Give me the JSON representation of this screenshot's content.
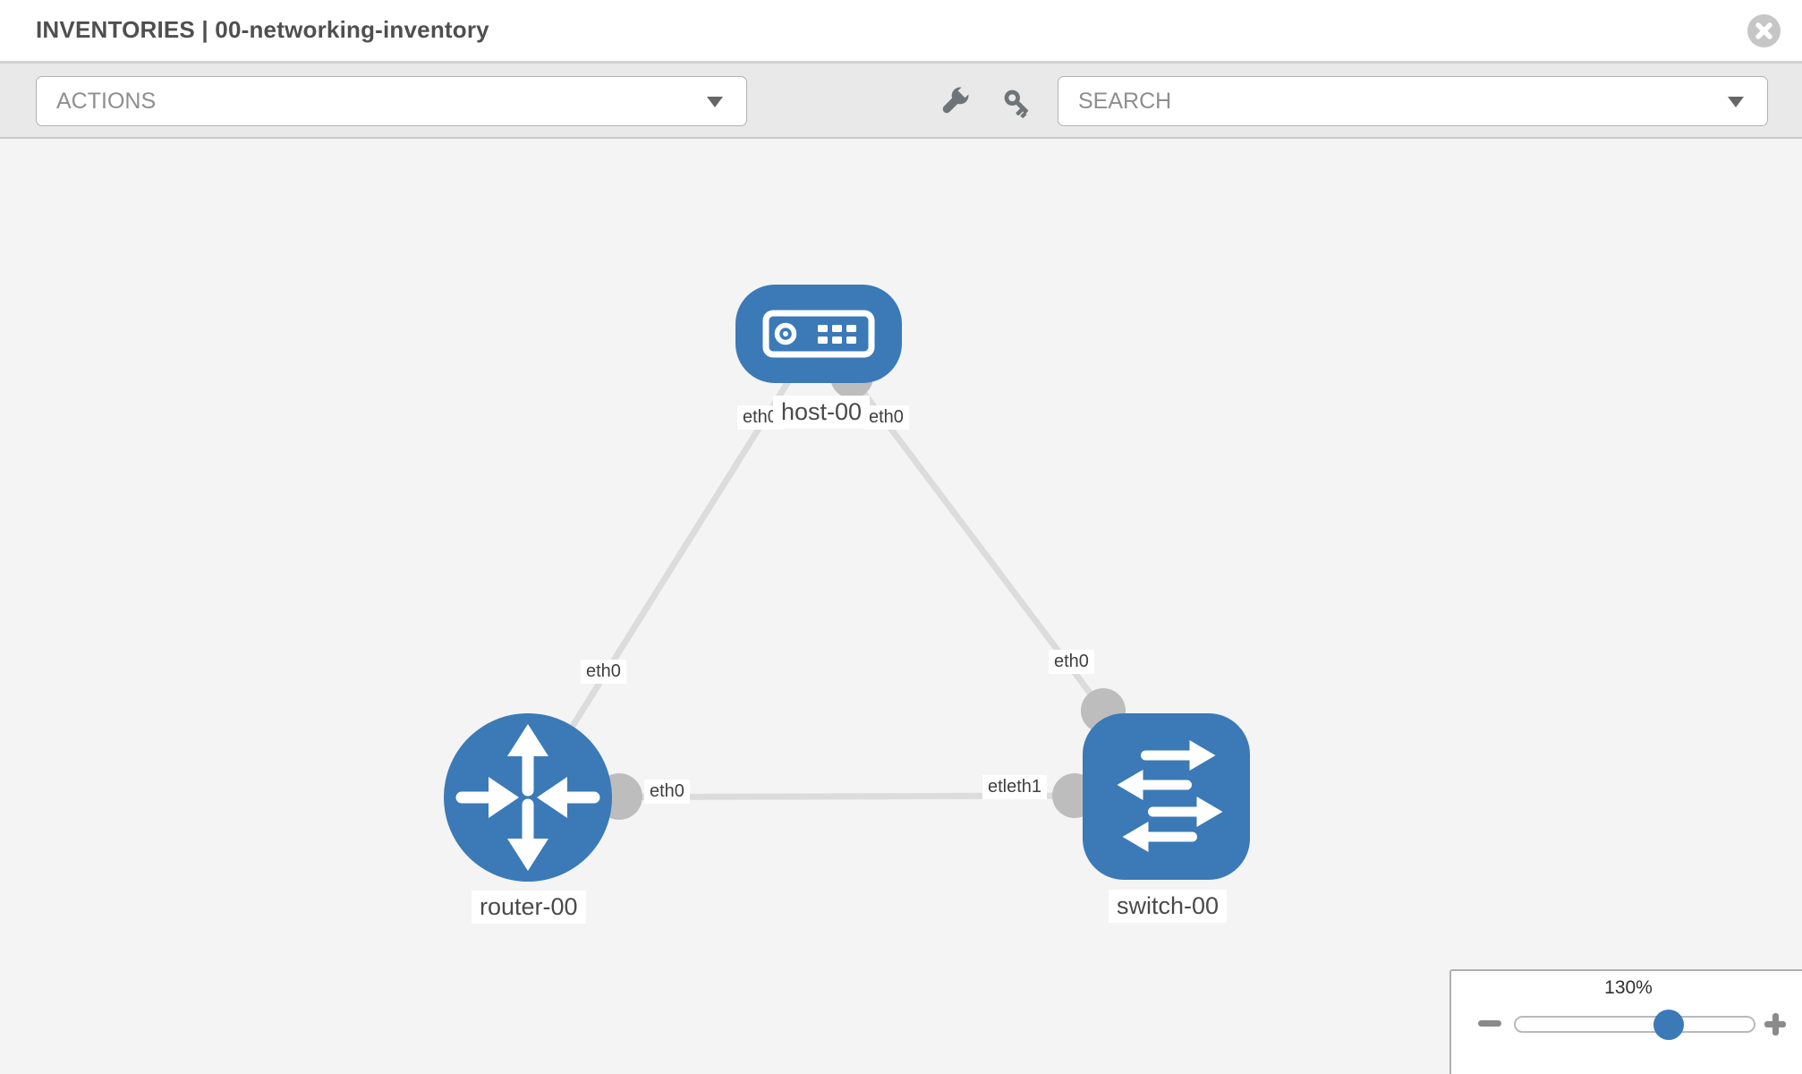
{
  "header": {
    "title": "INVENTORIES | 00-networking-inventory"
  },
  "toolbar": {
    "actions_label": "ACTIONS",
    "search_label": "SEARCH"
  },
  "icons": {
    "close": "circle-x",
    "tools": "wrench",
    "credentials": "key",
    "actions_caret": "triangle-down",
    "search_caret": "triangle-down",
    "zoom_out": "minus",
    "zoom_in": "plus"
  },
  "colors": {
    "node_blue": "#3b7ab7",
    "link_gray": "#dcdcdc",
    "port_gray": "#bdbdbd",
    "canvas_bg": "#f4f4f4",
    "toolbar_bg": "#e9e9e9",
    "label_text": "#4a4a4a"
  },
  "topology": {
    "nodes": [
      {
        "label": "host-00",
        "type": "host"
      },
      {
        "label": "router-00",
        "type": "router"
      },
      {
        "label": "switch-00",
        "type": "switch"
      }
    ],
    "links": [
      {
        "source": "host-00",
        "target": "router-00"
      },
      {
        "source": "host-00",
        "target": "switch-00"
      },
      {
        "source": "router-00",
        "target": "switch-00"
      }
    ],
    "interface_labels": [
      {
        "link": "host-00 - router-00",
        "near": "host-00",
        "text": "eth0"
      },
      {
        "link": "host-00 - switch-00",
        "near": "host-00",
        "text": "eth0"
      },
      {
        "link": "host-00 - router-00",
        "near": "mid-link",
        "text": "eth0"
      },
      {
        "link": "host-00 - switch-00",
        "near": "switch-00",
        "text": "eth0"
      },
      {
        "link": "router-00 - switch-00",
        "near": "router-00",
        "text": "eth0"
      },
      {
        "link": "router-00 - switch-00",
        "near": "switch-00",
        "text": "etleth1"
      }
    ]
  },
  "zoom_control": {
    "level": "130%",
    "percent": 130
  }
}
